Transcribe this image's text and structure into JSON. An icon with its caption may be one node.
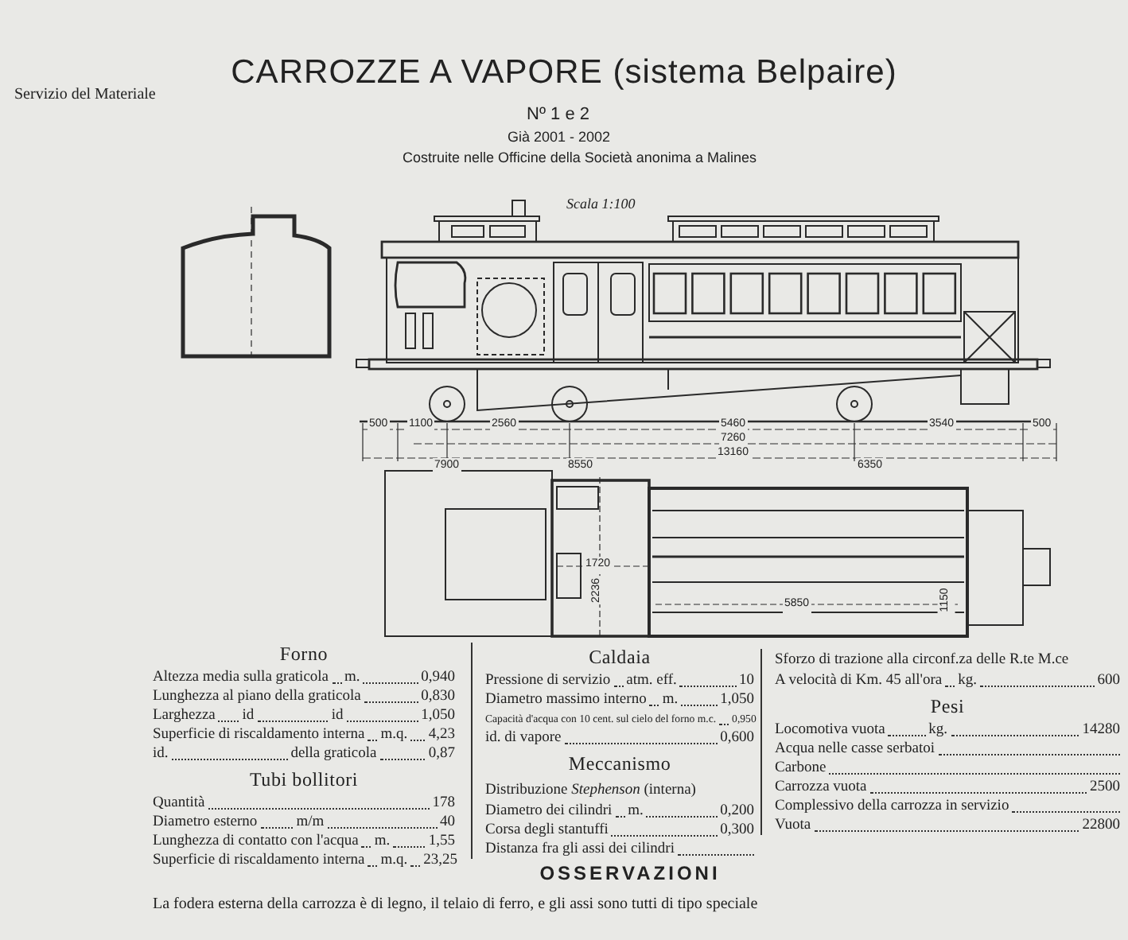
{
  "diagram": {
    "title": "CARROZZE A VAPORE (sistema Belpaire)",
    "labels": [
      "Servizio del Materiale",
      "Nº 1 e 2",
      "Già 2001 - 2002",
      "Costruite nelle Officine della Società anonima a Malines",
      "Scala 1:100",
      "500",
      "1100",
      "2560",
      "5460",
      "3540",
      "500",
      "7260",
      "13160",
      "7900",
      "8550",
      "6350",
      "1720",
      "2236",
      "5850",
      "1150",
      "Forno",
      "Altezza media sulla graticola",
      "m.",
      "0,940",
      "Lunghezza al piano della graticola",
      "0,830",
      "Larghezza",
      "id",
      "id",
      "1,050",
      "Superficie di riscaldamento interna",
      "m.q.",
      "4,23",
      "id.",
      "della graticola",
      "0,87",
      "Tubi bollitori",
      "Quantità",
      "178",
      "Diametro esterno",
      "m/m",
      "40",
      "Lunghezza di contatto con l'acqua",
      "m.",
      "1,55",
      "Superficie di riscaldamento interna",
      "m.q.",
      "23,25",
      "Caldaia",
      "Pressione di servizio",
      "atm. eff.",
      "10",
      "Diametro massimo interno",
      "m.",
      "1,050",
      "Capacità d'acqua con 10 cent. sul cielo del forno m.c.",
      "0,950",
      "id. di vapore",
      "0,600",
      "Meccanismo",
      "Distribuzione *Stephenson* (interna)",
      "Diametro dei cilindri",
      "m.",
      "0,200",
      "Corsa degli stantuffi",
      "0,300",
      "Distanza fra gli assi dei cilindri",
      "Sforzo di trazione alla circonf.za delle R.te M.ce",
      "A velocità di Km. 45 all'ora",
      "kg.",
      "600",
      "Pesi",
      "Locomotiva vuota",
      "kg.",
      "14280",
      "Acqua nelle casse serbatoi",
      "Carbone",
      "Carrozza vuota",
      "2500",
      "Complessivo della carrozza in servizio",
      "Vuota",
      "22800",
      "OSSERVAZIONI",
      "La fodera esterna della carrozza è di legno, il telaio di ferro, e gli assi sono tutti di tipo speciale"
    ]
  }
}
